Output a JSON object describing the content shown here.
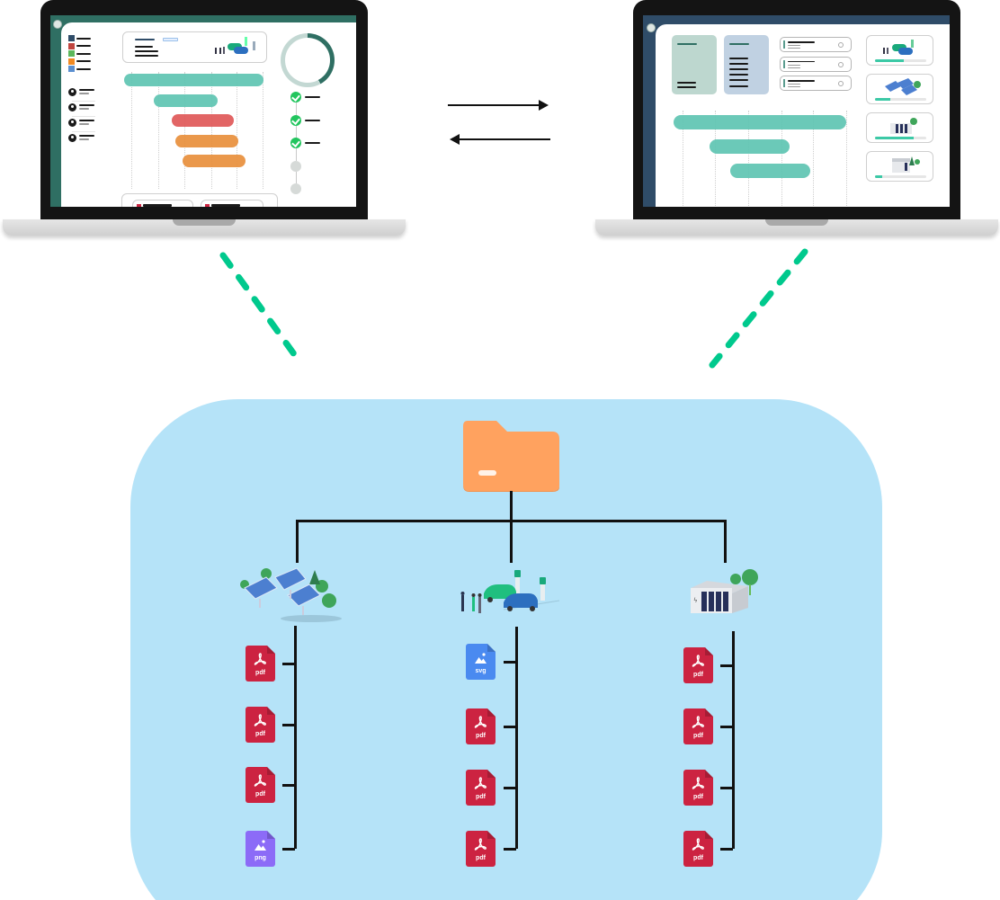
{
  "diagram": {
    "title": "Project management platform linked to document storage",
    "colors": {
      "laptop_left_accent": "#2f6f63",
      "laptop_right_accent": "#2f4c68",
      "storage_background": "#b5e3f8",
      "connector_dashes": "#00c98d",
      "folder": "#ffa25f",
      "pdf_icon": "#cc2341",
      "svg_icon": "#4a8af0",
      "png_icon": "#8c6bf7"
    },
    "sync_arrows": [
      {
        "direction": "right",
        "icon": "arrow-right-icon"
      },
      {
        "direction": "left",
        "icon": "arrow-left-icon"
      }
    ],
    "laptop_left": {
      "legend_colors": [
        "#2f4c68",
        "#c0453f",
        "#5cb85c",
        "#f08a24",
        "#5b8fd0"
      ],
      "people_count": 4,
      "gantt_bars": [
        {
          "color": "#5ec4b2",
          "start": 0.0,
          "end": 1.0
        },
        {
          "color": "#5ec4b2",
          "start": 0.21,
          "end": 0.67
        },
        {
          "color": "#df5858",
          "start": 0.34,
          "end": 0.79
        },
        {
          "color": "#e88f3c",
          "start": 0.37,
          "end": 0.82
        },
        {
          "color": "#e88f3c",
          "start": 0.42,
          "end": 0.87
        }
      ],
      "donut_progress": 0.42,
      "milestones": [
        {
          "status": "done"
        },
        {
          "status": "done"
        },
        {
          "status": "done"
        },
        {
          "status": "pending"
        },
        {
          "status": "pending"
        }
      ]
    },
    "laptop_right": {
      "gantt_bars": [
        {
          "color": "#5ec4b2",
          "start": 0.0,
          "end": 1.0
        },
        {
          "color": "#5ec4b2",
          "start": 0.21,
          "end": 0.67
        },
        {
          "color": "#5ec4b2",
          "start": 0.33,
          "end": 0.79
        }
      ],
      "task_rows": 3,
      "asset_cards": [
        {
          "name": "ev-charging",
          "progress": 0.57
        },
        {
          "name": "solar-park",
          "progress": 0.3
        },
        {
          "name": "battery-storage",
          "progress": 0.76
        },
        {
          "name": "building",
          "progress": 0.14
        }
      ]
    },
    "storage": {
      "root": {
        "icon": "folder-icon"
      },
      "branches": [
        {
          "name": "solar-park",
          "illustration": "solar-panels-illustration",
          "files": [
            {
              "type": "pdf",
              "label": "pdf"
            },
            {
              "type": "pdf",
              "label": "pdf"
            },
            {
              "type": "pdf",
              "label": "pdf"
            },
            {
              "type": "png",
              "label": "png"
            }
          ]
        },
        {
          "name": "ev-charging",
          "illustration": "ev-charging-illustration",
          "files": [
            {
              "type": "svg",
              "label": "svg"
            },
            {
              "type": "pdf",
              "label": "pdf"
            },
            {
              "type": "pdf",
              "label": "pdf"
            },
            {
              "type": "pdf",
              "label": "pdf"
            }
          ]
        },
        {
          "name": "battery-storage",
          "illustration": "battery-storage-illustration",
          "files": [
            {
              "type": "pdf",
              "label": "pdf"
            },
            {
              "type": "pdf",
              "label": "pdf"
            },
            {
              "type": "pdf",
              "label": "pdf"
            },
            {
              "type": "pdf",
              "label": "pdf"
            }
          ]
        }
      ]
    }
  }
}
